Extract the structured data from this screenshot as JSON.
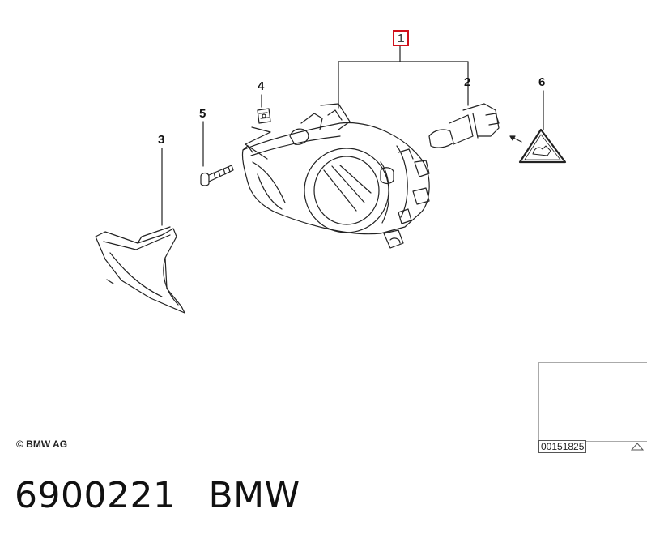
{
  "callouts": {
    "c1": "1",
    "c2": "2",
    "c3": "3",
    "c4": "4",
    "c5": "5",
    "c6": "6"
  },
  "copyright": "© BMW AG",
  "diagram_code": "00151825",
  "footer": {
    "part_number": "6900221",
    "brand": "BMW"
  },
  "colors": {
    "highlight_box": "#d0101b",
    "line": "#222222"
  }
}
